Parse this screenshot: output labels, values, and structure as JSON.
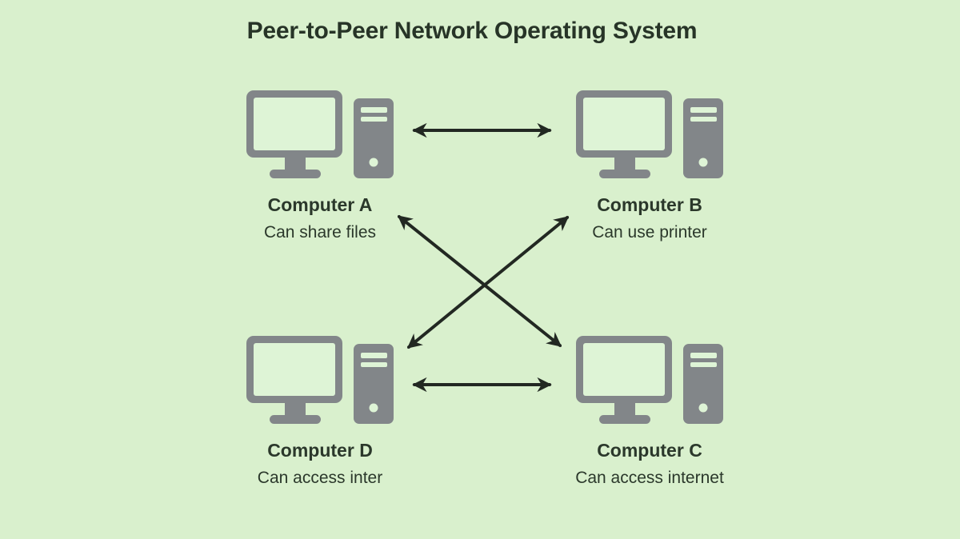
{
  "title": "Peer-to-Peer Network Operating System",
  "computers": [
    {
      "id": "A",
      "name": "Computer A",
      "capability": "Can share files",
      "icon": "desktop-computer"
    },
    {
      "id": "B",
      "name": "Computer B",
      "capability": "Can use printer",
      "icon": "desktop-computer"
    },
    {
      "id": "C",
      "name": "Computer C",
      "capability": "Can access internet",
      "icon": "desktop-computer"
    },
    {
      "id": "D",
      "name": "Computer D",
      "capability": "Can access inter",
      "icon": "desktop-computer"
    }
  ],
  "connections": [
    {
      "from": "Computer A",
      "to": "Computer B",
      "bidirectional": true
    },
    {
      "from": "Computer D",
      "to": "Computer C",
      "bidirectional": true
    },
    {
      "from": "Computer A",
      "to": "Computer C",
      "bidirectional": true
    },
    {
      "from": "Computer D",
      "to": "Computer B",
      "bidirectional": true
    }
  ],
  "colors": {
    "background": "#d9f0cd",
    "icon_gray": "#828689",
    "screen_green": "#def4d6",
    "text_dark": "#2b382b",
    "arrow_dark": "#222822"
  }
}
